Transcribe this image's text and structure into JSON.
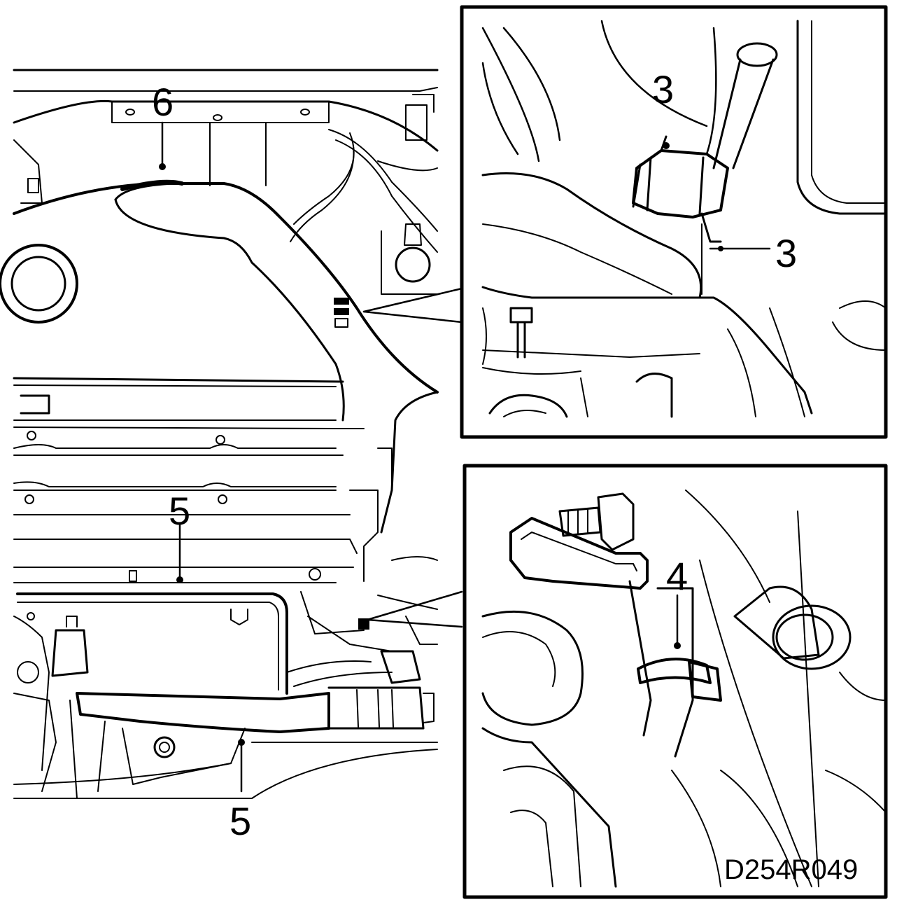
{
  "figure": {
    "drawing_code": "D254R049",
    "colors": {
      "ink": "#000000",
      "paper": "#ffffff"
    }
  },
  "main_view": {
    "callouts": [
      {
        "id": "6",
        "label": "6"
      },
      {
        "id": "5a",
        "label": "5"
      },
      {
        "id": "5b",
        "label": "5"
      }
    ]
  },
  "detail_top": {
    "callouts": [
      {
        "id": "3a",
        "label": "3"
      },
      {
        "id": "3b",
        "label": "3"
      }
    ]
  },
  "detail_bottom": {
    "callouts": [
      {
        "id": "4",
        "label": "4"
      }
    ]
  }
}
